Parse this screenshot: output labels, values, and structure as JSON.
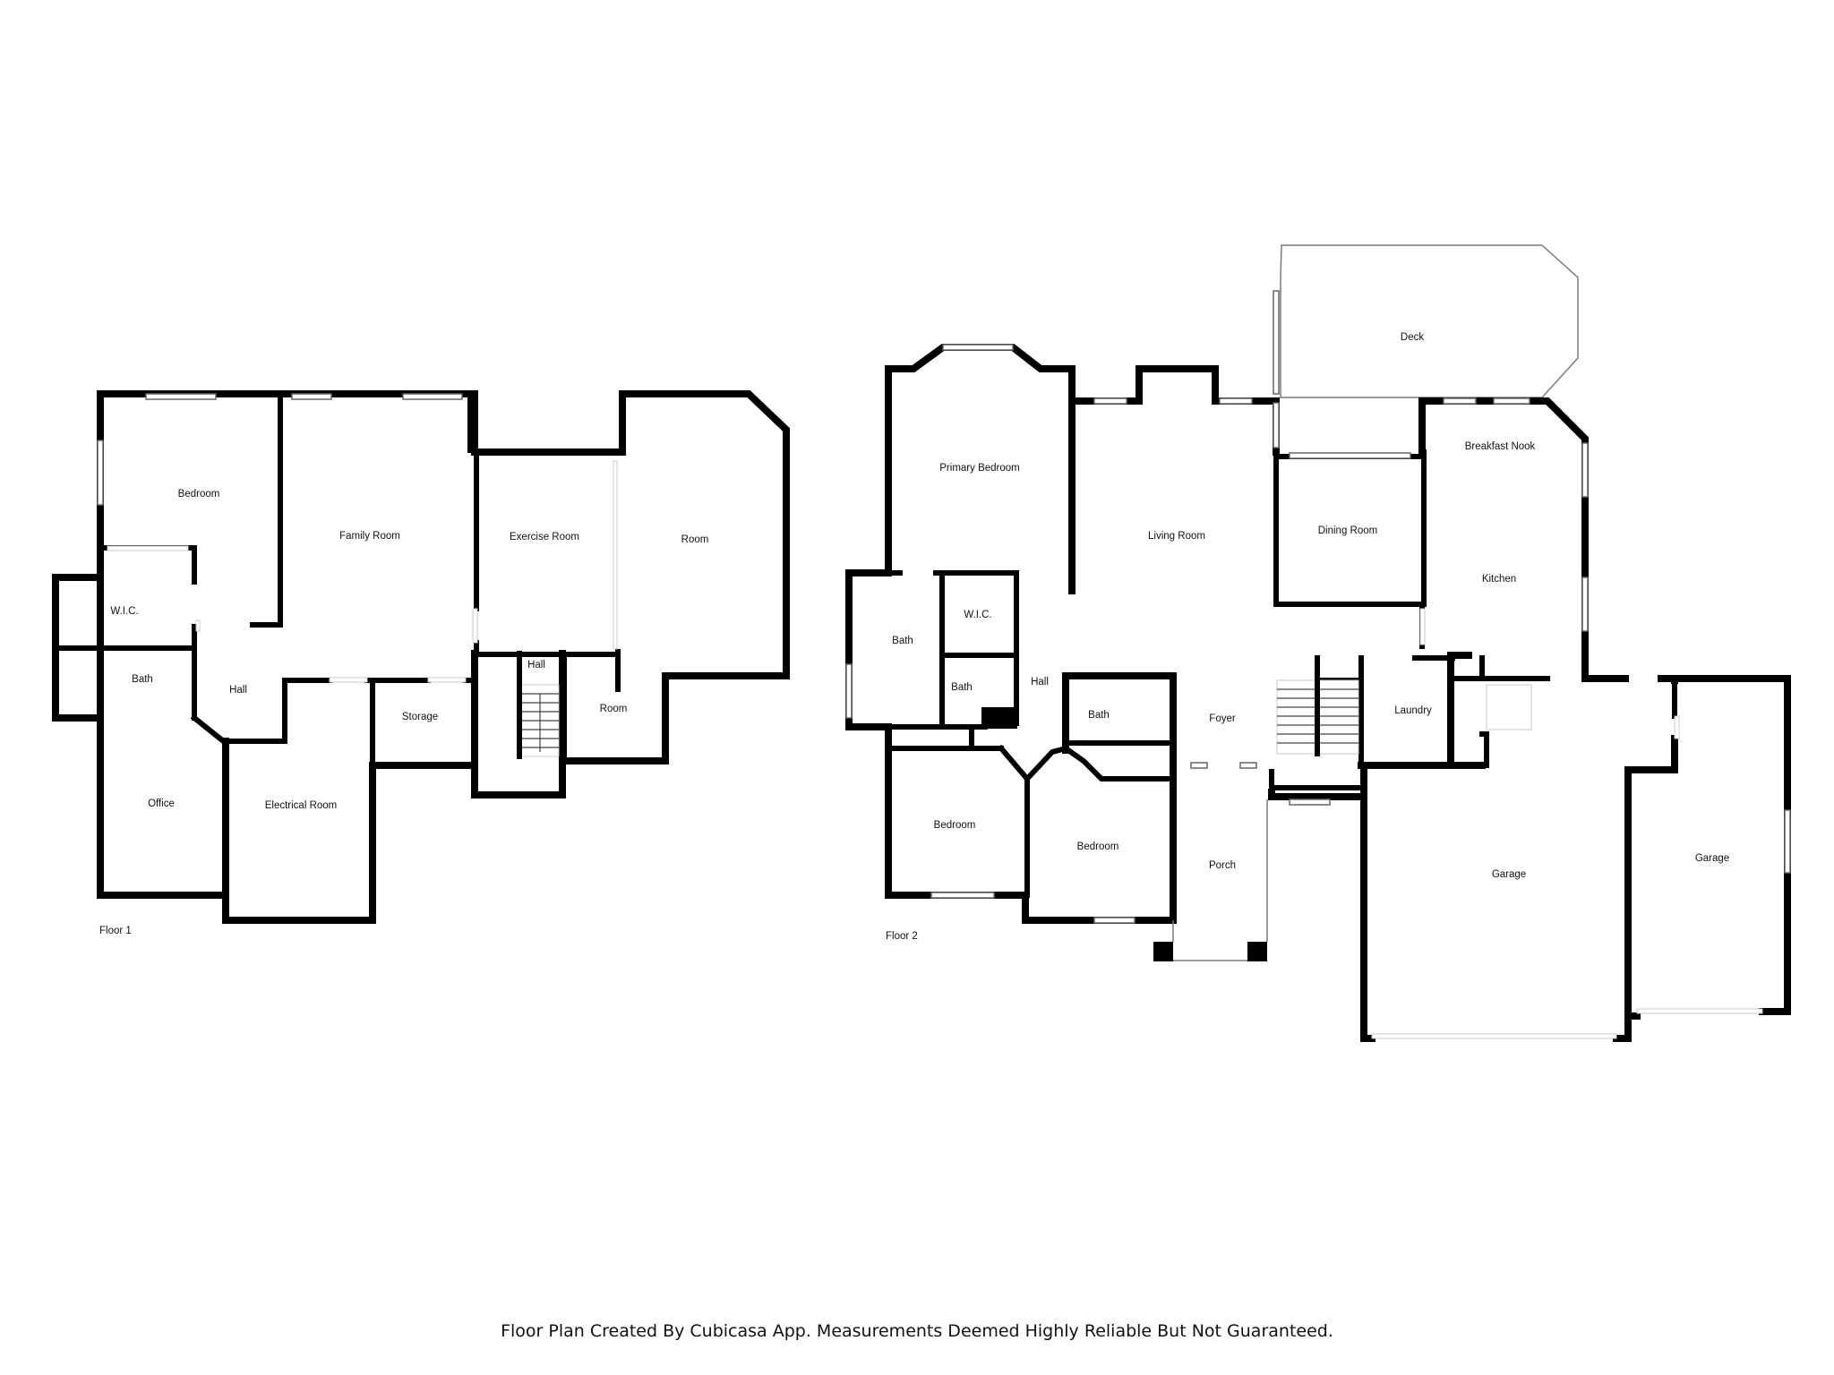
{
  "floor1": {
    "label": "Floor 1",
    "rooms": {
      "bedroom": "Bedroom",
      "family_room": "Family Room",
      "exercise_room": "Exercise Room",
      "room_big": "Room",
      "wic": "W.I.C.",
      "bath": "Bath",
      "hall": "Hall",
      "storage": "Storage",
      "hall_small": "Hall",
      "room_small": "Room",
      "office": "Office",
      "electrical_room": "Electrical Room"
    }
  },
  "floor2": {
    "label": "Floor 2",
    "rooms": {
      "deck": "Deck",
      "breakfast_nook": "Breakfast Nook",
      "primary_bedroom": "Primary Bedroom",
      "living_room": "Living Room",
      "dining_room": "Dining Room",
      "kitchen": "Kitchen",
      "bath_left": "Bath",
      "wic": "W.I.C.",
      "bath_small": "Bath",
      "hall": "Hall",
      "bath_right": "Bath",
      "foyer": "Foyer",
      "laundry": "Laundry",
      "bedroom_left": "Bedroom",
      "bedroom_right": "Bedroom",
      "porch": "Porch",
      "garage_left": "Garage",
      "garage_right": "Garage"
    }
  },
  "footer": "Floor Plan Created By Cubicasa App. Measurements Deemed Highly Reliable But Not Guaranteed."
}
